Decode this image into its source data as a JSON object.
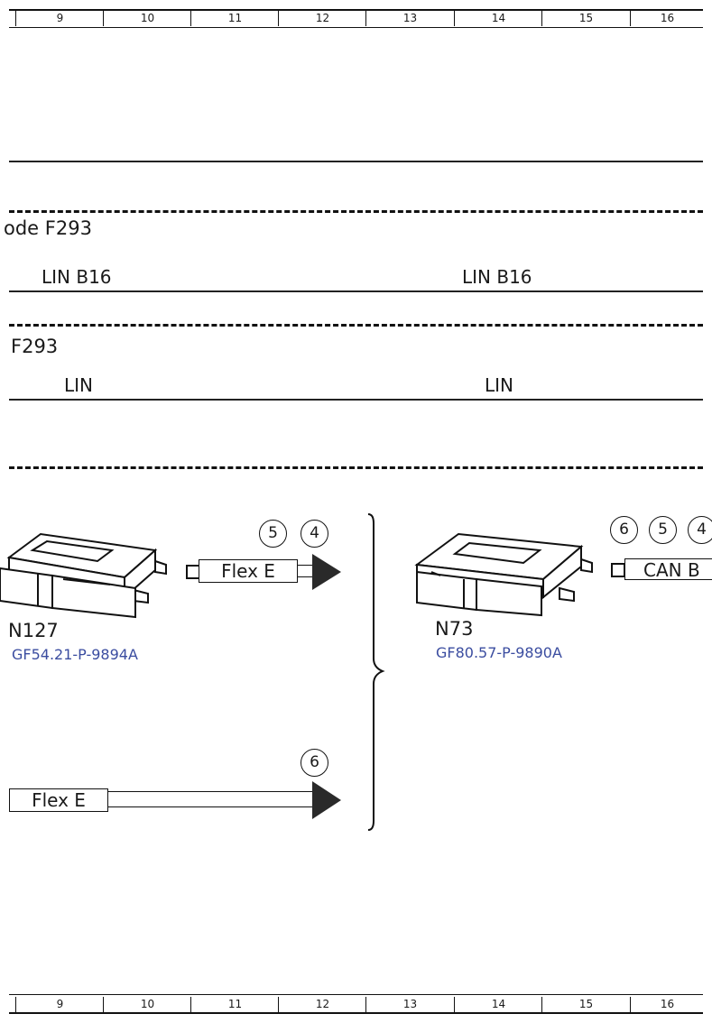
{
  "ruler": {
    "columns": [
      "9",
      "10",
      "11",
      "12",
      "13",
      "14",
      "15",
      "16"
    ]
  },
  "sections": {
    "diag_mode_label": "ode F293",
    "lin_b16_left": "LIN B16",
    "lin_b16_right": "LIN B16",
    "f293_label": "F293",
    "lin_left": "LIN",
    "lin_right": "LIN"
  },
  "modules": {
    "left": {
      "name": "N127",
      "ref": "GF54.21-P-9894A",
      "bus_label": "Flex E",
      "circles": [
        "5",
        "4"
      ]
    },
    "right": {
      "name": "N73",
      "ref": "GF80.57-P-9890A",
      "bus_label": "CAN B",
      "circles": [
        "6",
        "5",
        "4"
      ]
    },
    "lower": {
      "bus_label": "Flex E",
      "circles": [
        "6"
      ]
    }
  }
}
